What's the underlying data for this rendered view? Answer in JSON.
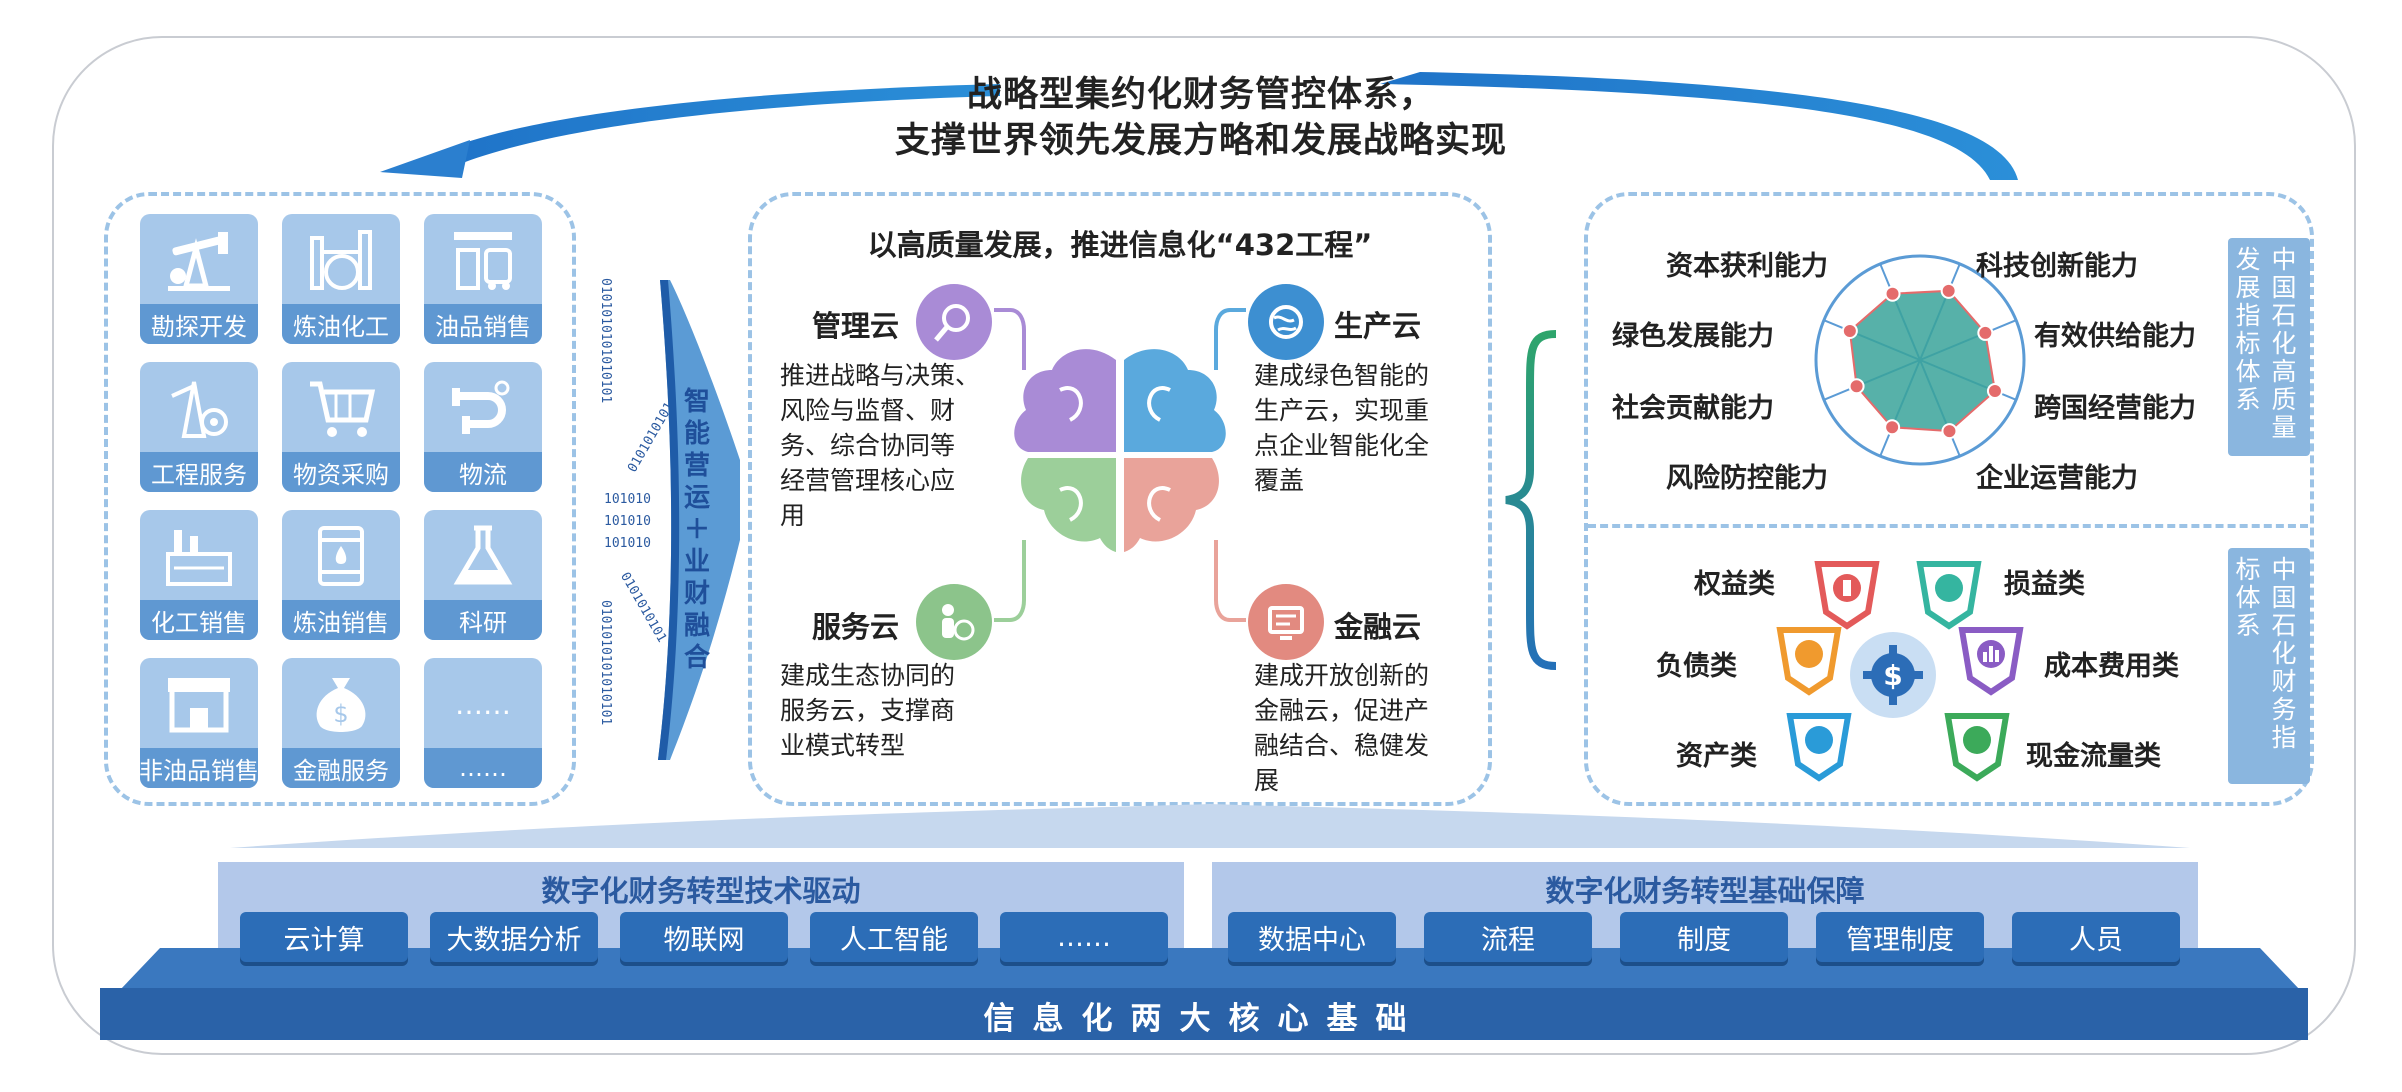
{
  "header": {
    "line1": "战略型集约化财务管控体系，",
    "line2": "支撑世界领先发展方略和发展战略实现"
  },
  "business_tiles": [
    {
      "label": "勘探开发",
      "icon": "pumpjack-icon"
    },
    {
      "label": "炼油化工",
      "icon": "refinery-icon"
    },
    {
      "label": "油品销售",
      "icon": "gas-station-icon"
    },
    {
      "label": "工程服务",
      "icon": "drilling-rig-icon"
    },
    {
      "label": "物资采购",
      "icon": "shopping-cart-icon"
    },
    {
      "label": "物流",
      "icon": "pipeline-icon"
    },
    {
      "label": "化工销售",
      "icon": "factory-icon"
    },
    {
      "label": "炼油销售",
      "icon": "oil-barrel-icon"
    },
    {
      "label": "科研",
      "icon": "flask-icon"
    },
    {
      "label": "非油品销售",
      "icon": "store-icon"
    },
    {
      "label": "金融服务",
      "icon": "money-bag-icon"
    },
    {
      "label": "……",
      "icon": "ellipsis-icon"
    }
  ],
  "arrow_label": "智能营运＋业财融合",
  "binary_strings": [
    "0101010101010101",
    "0101010101",
    "101010",
    "101010",
    "101010",
    "0101010101",
    "0101010101010101"
  ],
  "center": {
    "title": "以高质量发展，推进信息化“432工程”",
    "clouds": [
      {
        "name": "管理云",
        "text": [
          "推进战略与决策、",
          "风险与监督、财",
          "务、综合协同等",
          "经营管理核心应",
          "用"
        ]
      },
      {
        "name": "生产云",
        "text": [
          "建成绿色智能的",
          "生产云，实现重",
          "点企业智能化全",
          "覆盖"
        ]
      },
      {
        "name": "服务云",
        "text": [
          "建成生态协同的",
          "服务云，支撑商",
          "业模式转型"
        ]
      },
      {
        "name": "金融云",
        "text": [
          "建成开放创新的",
          "金融云，促进产",
          "融结合、稳健发",
          "展"
        ]
      }
    ]
  },
  "radar": {
    "title": "中国石化高质量发展指标体系",
    "labels": [
      "资本获利能力",
      "科技创新能力",
      "绿色发展能力",
      "有效供给能力",
      "社会贡献能力",
      "跨国经营能力",
      "风险防控能力",
      "企业运营能力"
    ],
    "values": [
      0.72,
      0.68,
      0.78,
      0.74,
      0.7,
      0.66,
      0.73,
      0.69
    ]
  },
  "finance_index": {
    "title": "中国石化财务指标体系",
    "categories": [
      "权益类",
      "损益类",
      "负债类",
      "成本费用类",
      "资产类",
      "现金流量类"
    ]
  },
  "foundation": {
    "tech_title": "数字化财务转型技术驱动",
    "tech_items": [
      "云计算",
      "大数据分析",
      "物联网",
      "人工智能",
      "……"
    ],
    "base_title": "数字化财务转型基础保障",
    "base_items": [
      "数据中心",
      "流程",
      "制度",
      "管理制度",
      "人员"
    ],
    "core": "信息化两大核心基础"
  },
  "colors": {
    "tile_bg": "#a7c8ea",
    "tile_label": "#5f98d2",
    "dashed": "#9cc3e6",
    "button": "#2c6db7",
    "core_bar": "#2a62a8",
    "radar_fill": "#3aa39a"
  }
}
